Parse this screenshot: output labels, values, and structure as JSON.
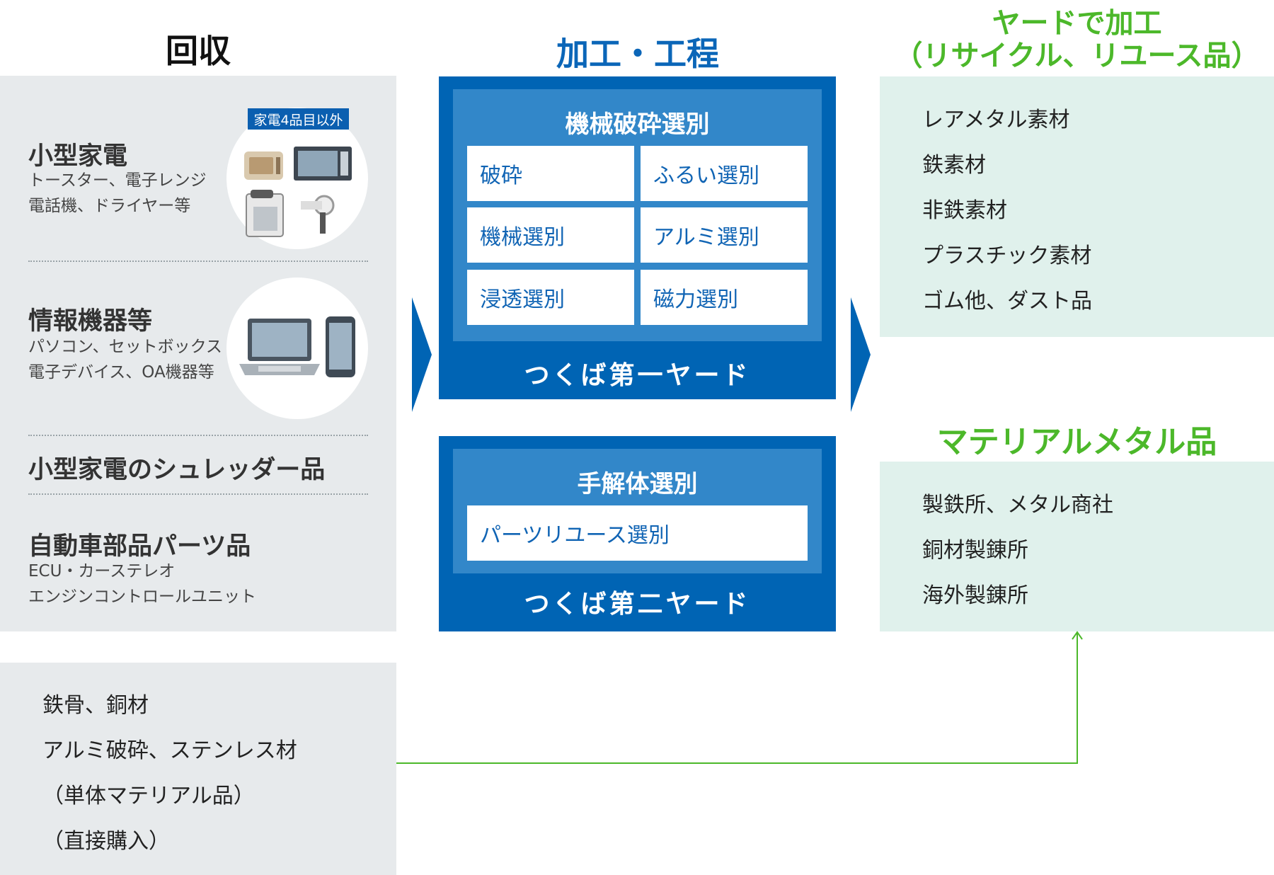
{
  "collect": {
    "title": "回収",
    "cat1": {
      "title": "小型家電",
      "sub1": "トースター、電子レンジ",
      "sub2": "電話機、ドライヤー等",
      "badge": "家電4品目以外"
    },
    "cat2": {
      "title": "情報機器等",
      "sub1": "パソコン、セットボックス",
      "sub2": "電子デバイス、OA機器等"
    },
    "cat3": {
      "title": "小型家電のシュレッダー品"
    },
    "cat4": {
      "title": "自動車部品パーツ品",
      "sub1": "ECU・カーステレオ",
      "sub2": "エンジンコントロールユニット"
    }
  },
  "direct": {
    "items": [
      "鉄骨、銅材",
      "アルミ破砕、ステンレス材",
      "（単体マテリアル品）",
      "（直接購入）"
    ]
  },
  "process": {
    "title": "加工・工程",
    "yard1": {
      "inner_title": "機械破砕選別",
      "cells": [
        "破砕",
        "ふるい選別",
        "機械選別",
        "アルミ選別",
        "浸透選別",
        "磁力選別"
      ],
      "label": "つくば第一ヤード"
    },
    "yard2": {
      "inner_title": "手解体選別",
      "cells": [
        "パーツリユース選別"
      ],
      "label": "つくば第二ヤード"
    }
  },
  "yard_output": {
    "title1": "ヤードで加工",
    "title2": "（リサイクル、リユース品）",
    "items": [
      "レアメタル素材",
      "鉄素材",
      "非鉄素材",
      "プラスチック素材",
      "ゴム他、ダスト品"
    ]
  },
  "material": {
    "title": "マテリアルメタル品",
    "items": [
      "製鉄所、メタル商社",
      "銅材製錬所",
      "海外製錬所"
    ]
  },
  "colors": {
    "process_blue": "#0064b4",
    "process_inner": "#3287c9",
    "output_green": "#4cb82a",
    "panel_gray": "#e7eaec",
    "panel_green": "#e0f1ec"
  }
}
